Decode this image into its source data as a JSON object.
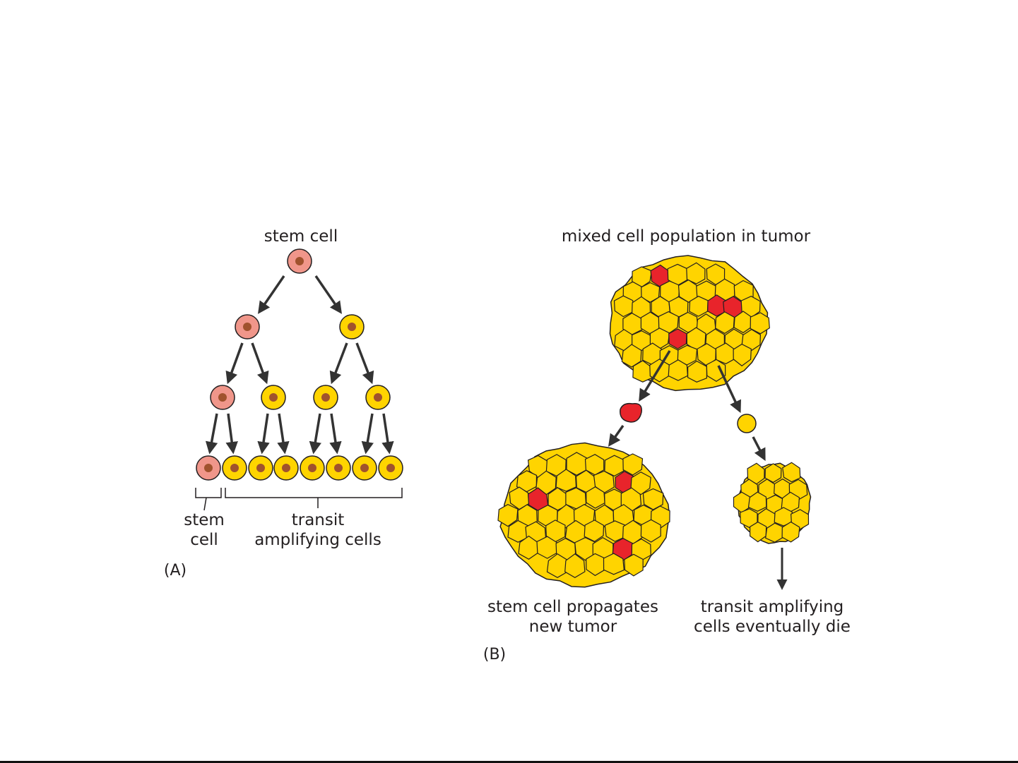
{
  "panel_a": {
    "title": "stem cell",
    "stem_label_line1": "stem",
    "stem_label_line2": "cell",
    "transit_label_line1": "transit",
    "transit_label_line2": "amplifying cells",
    "panel_label": "(A)"
  },
  "panel_b": {
    "title": "mixed cell population in tumor",
    "left_caption_line1": "stem cell propagates",
    "left_caption_line2": "new tumor",
    "right_caption_line1": "transit amplifying",
    "right_caption_line2": "cells eventually die",
    "panel_label": "(B)"
  },
  "colors": {
    "stem_cell": "#f0968a",
    "transit_cell": "#ffd400",
    "nucleus": "#a0522d",
    "tumor_stem_cell": "#e8242b",
    "outline": "#231f20",
    "arrow": "#333333"
  }
}
